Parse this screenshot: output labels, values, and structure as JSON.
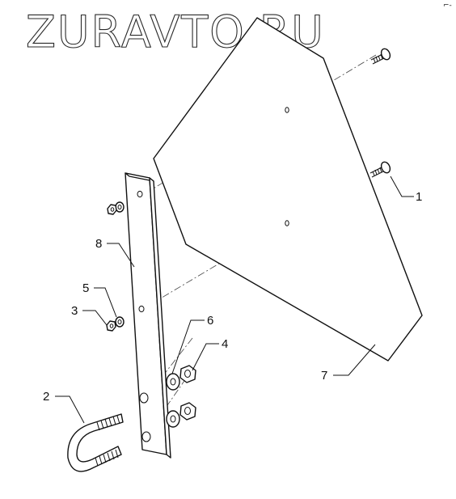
{
  "watermark": "ZURAVTO.RU",
  "corner_mark": "⌐-",
  "callouts": {
    "c1": "1",
    "c2": "2",
    "c3": "3",
    "c4": "4",
    "c5": "5",
    "c6": "6",
    "c7": "7",
    "c8": "8"
  }
}
